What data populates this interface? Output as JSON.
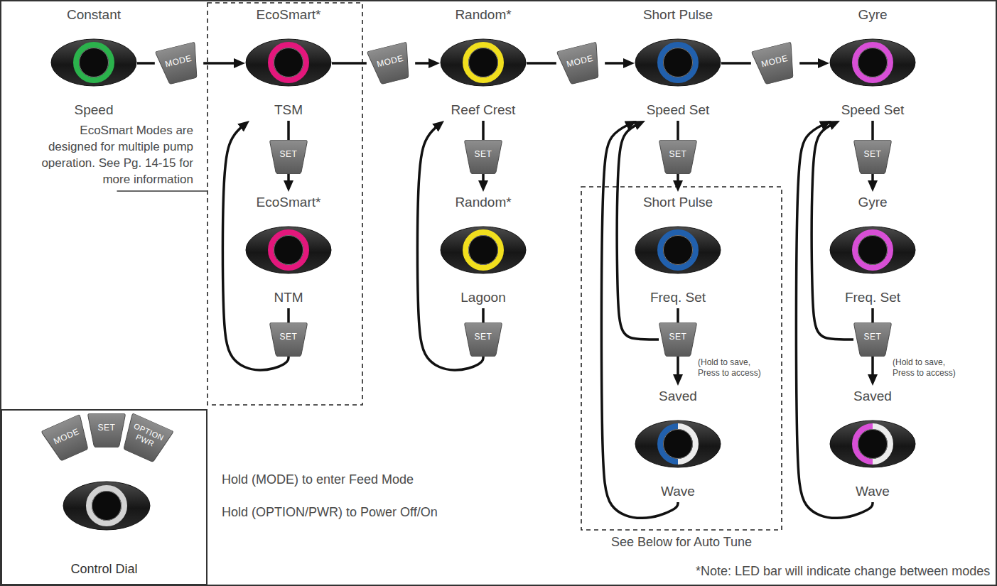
{
  "diagram": {
    "nodes": [
      {
        "text": [
          "Constant",
          "Speed"
        ]
      },
      {
        "text": [
          "MODE"
        ]
      },
      {
        "text": [
          "EcoSmart*",
          "TSM"
        ]
      },
      {
        "text": [
          "MODE"
        ]
      },
      {
        "text": [
          "Random*",
          "Reef Crest"
        ]
      },
      {
        "text": [
          "MODE"
        ]
      },
      {
        "text": [
          "Short Pulse",
          "Speed Set"
        ]
      },
      {
        "text": [
          "MODE"
        ]
      },
      {
        "text": [
          "Gyre",
          "Speed Set"
        ]
      },
      {
        "text": [
          "SET"
        ]
      },
      {
        "text": [
          "EcoSmart*",
          "NTM"
        ]
      },
      {
        "text": [
          "SET"
        ]
      },
      {
        "text": [
          "SET"
        ]
      },
      {
        "text": [
          "Random*",
          "Lagoon"
        ]
      },
      {
        "text": [
          "SET"
        ]
      },
      {
        "text": [
          "SET"
        ]
      },
      {
        "text": [
          "Short Pulse",
          "Freq. Set"
        ]
      },
      {
        "text": [
          "SET"
        ]
      },
      {
        "text": [
          "Saved",
          "Wave"
        ]
      },
      {
        "text": [
          "SET"
        ]
      },
      {
        "text": [
          "Gyre",
          "Freq. Set"
        ]
      },
      {
        "text": [
          "SET"
        ]
      },
      {
        "text": [
          "Saved",
          "Wave"
        ]
      },
      {
        "text": [
          "Control Dial"
        ]
      },
      {
        "text": [
          "MODE"
        ],
        "in": 23
      },
      {
        "text": [
          "SET"
        ],
        "in": 23
      },
      {
        "text": [
          "OPTION PWR"
        ],
        "in": 23
      }
    ],
    "edges": [
      {
        "from": 0,
        "to": 1,
        "arrow": "none"
      },
      {
        "from": 1,
        "to": 2,
        "arrow": "to"
      },
      {
        "from": 2,
        "to": 3,
        "arrow": "none"
      },
      {
        "from": 3,
        "to": 4,
        "arrow": "to"
      },
      {
        "from": 4,
        "to": 5,
        "arrow": "none"
      },
      {
        "from": 5,
        "to": 6,
        "arrow": "to"
      },
      {
        "from": 6,
        "to": 7,
        "arrow": "none"
      },
      {
        "from": 7,
        "to": 8,
        "arrow": "to"
      },
      {
        "from": 2,
        "to": 9,
        "arrow": "none"
      },
      {
        "from": 9,
        "to": 10,
        "arrow": "to"
      },
      {
        "from": 10,
        "to": 11,
        "arrow": "none"
      },
      {
        "from": 11,
        "to": 2,
        "arrow": "to"
      },
      {
        "from": 4,
        "to": 12,
        "arrow": "none"
      },
      {
        "from": 12,
        "to": 13,
        "arrow": "to"
      },
      {
        "from": 13,
        "to": 14,
        "arrow": "none"
      },
      {
        "from": 14,
        "to": 4,
        "arrow": "to"
      },
      {
        "from": 6,
        "to": 15,
        "arrow": "none"
      },
      {
        "from": 15,
        "to": 16,
        "arrow": "to"
      },
      {
        "from": 16,
        "to": 17,
        "arrow": "none"
      },
      {
        "from": 17,
        "to": 18,
        "arrow": "to"
      },
      {
        "from": 17,
        "to": 6,
        "arrow": "to"
      },
      {
        "from": 18,
        "to": 6,
        "arrow": "to"
      },
      {
        "from": 8,
        "to": 19,
        "arrow": "none"
      },
      {
        "from": 19,
        "to": 20,
        "arrow": "to"
      },
      {
        "from": 20,
        "to": 21,
        "arrow": "none"
      },
      {
        "from": 21,
        "to": 22,
        "arrow": "to"
      },
      {
        "from": 21,
        "to": 8,
        "arrow": "to"
      },
      {
        "from": 22,
        "to": 8,
        "arrow": "to"
      }
    ],
    "labels": [
      "EcoSmart Modes are designed for multiple pump operation. See Pg. 14-15 for more information",
      "(Hold to save, Press to access)",
      "(Hold to save, Press to access)",
      "Hold (MODE) to enter Feed Mode",
      "Hold (OPTION/PWR) to Power Off/On",
      "See Below for Auto Tune",
      "*Note: LED bar will indicate change between modes"
    ]
  }
}
